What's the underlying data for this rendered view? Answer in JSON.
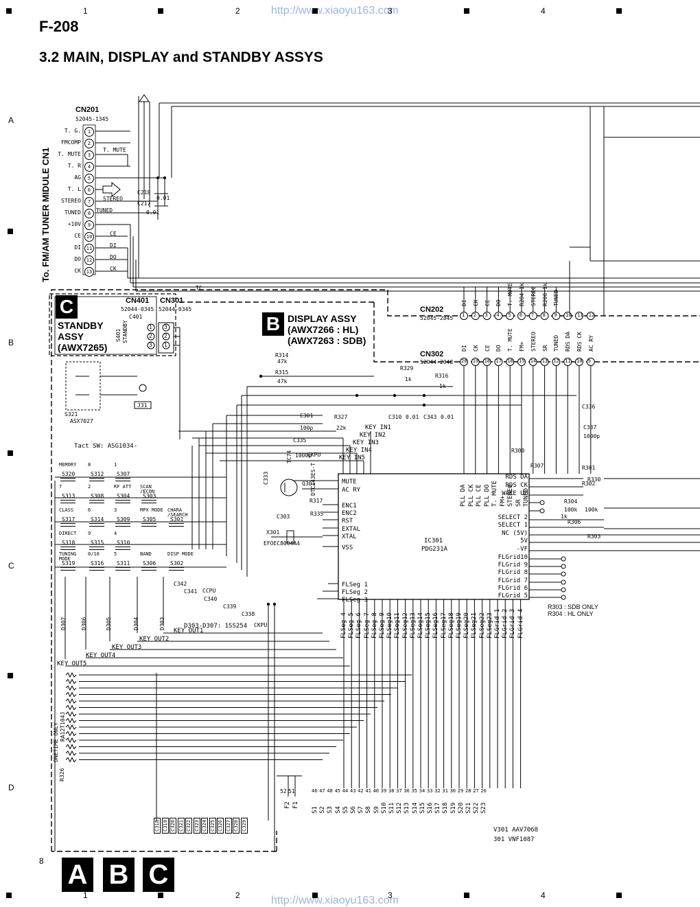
{
  "header": {
    "model": "F-208",
    "title": "3.2 MAIN, DISPLAY and STANDBY ASSYS",
    "watermark_url": "http://www.xiaoyu163.com",
    "page_number": "8"
  },
  "grid": {
    "columns": [
      "1",
      "2",
      "3",
      "4"
    ],
    "rows": [
      "A",
      "B",
      "C",
      "D"
    ]
  },
  "tuner": {
    "connector": "CN201",
    "connector_part": "52045-1345",
    "side_label": "To. FM/AM TUNER MIDULE CN1",
    "pins": [
      "T. G.",
      "FMCOMP",
      "T. MUTE",
      "T. R",
      "AG",
      "T. L",
      "STEREO",
      "TUNED",
      "+10V",
      "CE",
      "DI",
      "DO",
      "CK"
    ],
    "pin_numbers": [
      "1",
      "2",
      "3",
      "4",
      "5",
      "6",
      "7",
      "8",
      "9",
      "10",
      "11",
      "12",
      "13"
    ],
    "wire_labels": [
      "T. MUTE",
      "STEREO",
      "TUNED",
      "CE",
      "DI",
      "DO",
      "CK"
    ],
    "caps": [
      "C218",
      "C217",
      "0.01",
      "0.01"
    ]
  },
  "standby": {
    "badge": "C",
    "name_lines": [
      "STANDBY",
      "ASSY",
      "(AWX7265)"
    ],
    "cn401": "CN401",
    "cn401_part": "52044-0345",
    "cn301": "CN301",
    "cn301_part": "52044-0345",
    "switch": "S401",
    "switch_label": "STANDBY",
    "led": "C401",
    "cn401_pins": [
      "1",
      "2",
      "3"
    ],
    "cn301_pins": [
      "3",
      "2",
      "1"
    ]
  },
  "display": {
    "badge": "B",
    "name_lines": [
      "DISPLAY ASSY",
      "(AWX7266 : HL)",
      "(AWX7263 : SDB)"
    ],
    "cn202": "CN202",
    "cn202_part": "52045-2845",
    "cn202_pins": [
      "DI",
      "CK",
      "CE",
      "DO",
      "T. MUTE",
      "R204 1k",
      "STEREO",
      "R208 1k",
      "TUNED"
    ],
    "cn302": "CN302",
    "cn302_part": "52044-2048",
    "cn302_pins": [
      "DI",
      "CK",
      "CE",
      "DO",
      "T. MUTE",
      "FM+",
      "STEREO",
      "SR",
      "TUNED",
      "RDS DA",
      "RDS CK",
      "AC RY"
    ],
    "tc_label": "TC"
  },
  "ic": {
    "name": "IC301",
    "part": "PDG231A",
    "left_pins": [
      "MUTE",
      "AC RY",
      "ENC1",
      "ENC2",
      "RST",
      "EXTAL",
      "XTAL",
      "VSS",
      "FLSeg 1",
      "FLSeg 2",
      "FLSeg 3"
    ],
    "right_pins": [
      "RDS DA",
      "RDS CK",
      "WAKE UP",
      "SELECT 2",
      "SELECT 1",
      "NC (5V)",
      "5V",
      "-VF",
      "FLGrid10",
      "FLGrid 9",
      "FLGrid 8",
      "FLGrid 7",
      "FLGrid 6",
      "FLGrid 5"
    ],
    "top_pins": [
      "PLL DA",
      "PLL CK",
      "PLL CE",
      "PLL DO",
      "T. MUTE",
      "FM+",
      "STEREO",
      "SR",
      "TUNED"
    ],
    "bottom_pins": [
      "FLSeg 4",
      "FLSeg 5",
      "FLSeg 6",
      "FLSeg 7",
      "FLSeg 8",
      "FLSeg 9",
      "FLSeg10",
      "FLSeg11",
      "FLSeg12",
      "FLSeg13",
      "FLSeg14",
      "FLSeg15",
      "FLSeg16",
      "FLSeg17",
      "FLSeg18",
      "FLSeg19",
      "FLSeg20",
      "FLSeg21",
      "FLSeg22",
      "FLSeg23",
      "FLGrid 1",
      "FLGrid 2",
      "FLGrid 3",
      "FLGrid 4"
    ],
    "key_inputs": [
      "KEY IN1",
      "KEY IN2",
      "KEY IN3",
      "KEY IN4",
      "KEY IN5"
    ],
    "key_outputs": [
      "KEY OUT1",
      "KEY OUT2",
      "KEY OUT3",
      "KEY OUT4",
      "KEY OUT5"
    ]
  },
  "switches": {
    "label": "Tact SW: ASG1034-",
    "s321": "S321",
    "s321_part": "ASX7027",
    "grid": [
      [
        {
          "name": "MEMORY",
          "ref": "S320"
        },
        {
          "name": "8",
          "ref": "S312"
        },
        {
          "name": "1",
          "ref": "S307"
        }
      ],
      [
        {
          "name": "7",
          "ref": "S313"
        },
        {
          "name": "2",
          "ref": "S308"
        },
        {
          "name": "RF ATT",
          "ref": "S304"
        },
        {
          "name": "SCAN /ECON",
          "ref": "S303"
        }
      ],
      [
        {
          "name": "CLASS",
          "ref": "S317"
        },
        {
          "name": "6",
          "ref": "S314"
        },
        {
          "name": "3",
          "ref": "S309"
        },
        {
          "name": "MPX MODE",
          "ref": "S305"
        },
        {
          "name": "CHARA /SEARCH",
          "ref": "S301"
        }
      ],
      [
        {
          "name": "DIRECT",
          "ref": "S318"
        },
        {
          "name": "9",
          "ref": "S315"
        },
        {
          "name": "4",
          "ref": "S310"
        }
      ],
      [
        {
          "name": "TUNING MODE",
          "ref": "S319"
        },
        {
          "name": "0/10",
          "ref": "S316"
        },
        {
          "name": "5",
          "ref": "S311"
        },
        {
          "name": "BAND",
          "ref": "S306"
        },
        {
          "name": "DISP MODE",
          "ref": "S302"
        }
      ]
    ]
  },
  "parts": {
    "resistors": [
      "R314",
      "47k",
      "R315",
      "47k",
      "R327",
      "22k",
      "R329",
      "1k",
      "R316",
      "1k",
      "R317",
      "R335",
      "R300",
      "R307",
      "R301",
      "R302",
      "R330",
      "R304",
      "R303",
      "R306",
      "100k",
      "100k",
      "1k"
    ],
    "caps": [
      "C301",
      "100p",
      "C310",
      "0.01",
      "C343",
      "0.01",
      "C335",
      "1000p",
      "C333",
      "C336",
      "C337",
      "1000p",
      "C303",
      "C342",
      "C341",
      "C340",
      "C339",
      "C338"
    ],
    "transistors": [
      "Q301",
      "DTC143ES-T"
    ],
    "crystal": [
      "X301",
      "EFOEC8004A4"
    ],
    "cpu_labels": [
      "CKPU",
      "CCPU",
      "CKPU"
    ],
    "diode_note": "D303-D307: 1SS254",
    "diodes": [
      "D307",
      "D306",
      "D305",
      "D304",
      "D303"
    ],
    "resnet": [
      "ONETIME ONLY",
      "RA12T104J",
      "R326"
    ],
    "cap_row": [
      "C318",
      "C319",
      "C320",
      "C321",
      "C322",
      "C323",
      "C324",
      "C325",
      "C326",
      "C327",
      "C328",
      "C329"
    ],
    "j31": "J31",
    "ic_tc": "TC74"
  },
  "seg_bus_labels": [
    "S1",
    "S2",
    "S3",
    "S4",
    "S5",
    "S6",
    "S7",
    "S8",
    "S9",
    "S10",
    "S11",
    "S12",
    "S13",
    "S14",
    "S15",
    "S16",
    "S17",
    "S18",
    "S19",
    "S20",
    "S21",
    "S22",
    "S23"
  ],
  "seg_pin_numbers": [
    "46",
    "47",
    "48",
    "45",
    "44",
    "43",
    "42",
    "41",
    "40",
    "39",
    "38",
    "37",
    "36",
    "35",
    "34",
    "33",
    "32",
    "31",
    "30",
    "29",
    "28",
    "27",
    "26"
  ],
  "f_labels": [
    "F2",
    "F1"
  ],
  "f_pins": [
    "52",
    "51"
  ],
  "notes": {
    "r303": "R303 : SDB ONLY",
    "r304": "R304 : HL ONLY",
    "v301": "V301   AAV7068",
    "v301b": "301  VNF1087"
  },
  "bottom_badges": [
    "A",
    "B",
    "C"
  ]
}
